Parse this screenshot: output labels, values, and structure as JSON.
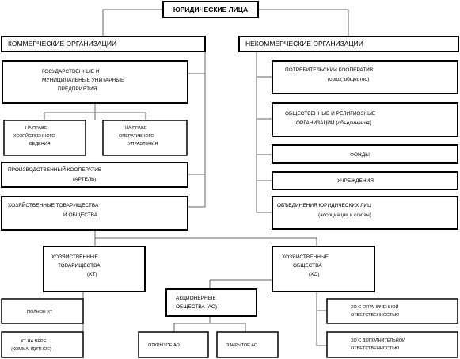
{
  "nodes": {
    "root": {
      "lines": [
        "ЮРИДИЧЕСКИЕ ЛИЦА"
      ]
    },
    "commercial": {
      "lines": [
        "КОММЕРЧЕСКИЕ ОРГАНИЗАЦИИ"
      ]
    },
    "noncommercial": {
      "lines": [
        "НЕКОММЕРЧЕСКИЕ ОРГАНИЗАЦИИ"
      ]
    },
    "unitary": {
      "lines": [
        "ГОСУДАРСТВЕННЫЕ И",
        "МУНИЦИПАЛЬНЫЕ УНИТАРНЫЕ",
        "ПРЕДПРИЯТИЯ"
      ]
    },
    "economic_mgmt": {
      "lines": [
        "НА ПРАВЕ",
        "ХОЗЯЙСТВЕННОГО",
        "ВЕДЕНИЯ"
      ]
    },
    "operative_mgmt": {
      "lines": [
        "НА ПРАВЕ",
        "ОПЕРАТИВНОГО",
        "УПРАВЛЕНИЯ"
      ]
    },
    "production_coop": {
      "lines": [
        "ПРОИЗВОДСТВЕННЫЙ КООПЕРАТИВ",
        "(АРТЕЛЬ)"
      ]
    },
    "partnerships_companies": {
      "lines": [
        "ХОЗЯЙСТВЕННЫЕ ТОВАРИЩЕСТВА",
        "И ОБЩЕСТВА"
      ]
    },
    "consumer_coop": {
      "lines": [
        "ПОТРЕБИТЕЛЬСКИЙ КООПЕРАТИВ",
        "(союз, общество)"
      ]
    },
    "public_religious": {
      "lines": [
        "ОБЩЕСТВЕННЫЕ И РЕЛИГИОЗНЫЕ",
        "ОРГАНИЗАЦИИ (объединения)"
      ]
    },
    "funds": {
      "lines": [
        "ФОНДЫ"
      ]
    },
    "institutions": {
      "lines": [
        "УЧРЕЖДЕНИЯ"
      ]
    },
    "associations": {
      "lines": [
        "ОБЪЕДИНЕНИЯ ЮРИДИЧЕСКИХ ЛИЦ",
        "(ассоциации и союзы)"
      ]
    },
    "partnerships": {
      "lines": [
        "ХОЗЯЙСТВЕННЫЕ",
        "ТОВАРИЩЕСТВА",
        "(ХТ)"
      ]
    },
    "companies": {
      "lines": [
        "ХОЗЯЙСТВЕННЫЕ",
        "ОБЩЕСТВА",
        "(ХО)"
      ]
    },
    "full_partnership": {
      "lines": [
        "ПОЛНОЕ ХТ"
      ]
    },
    "limited_partnership": {
      "lines": [
        "ХТ НА ВЕРЕ",
        "(КОММАНДИТНОЕ)"
      ]
    },
    "joint_stock": {
      "lines": [
        "АКЦИОНЕРНЫЕ",
        "ОБЩЕСТВА (АО)"
      ]
    },
    "open_jsc": {
      "lines": [
        "ОТКРЫТОЕ АО"
      ]
    },
    "closed_jsc": {
      "lines": [
        "ЗАКРЫТОЕ АО"
      ]
    },
    "llc": {
      "lines": [
        "ХО С ОГРАНИЧЕННОЙ",
        "ОТВЕТСТВЕННОСТЬЮ"
      ]
    },
    "alc": {
      "lines": [
        "ХО С ДОПОЛНИТЕЛЬНОЙ",
        "ОТВЕТСТВЕННОСТЬЮ"
      ]
    }
  },
  "edges": [
    [
      "root",
      "commercial"
    ],
    [
      "root",
      "noncommercial"
    ],
    [
      "commercial",
      "unitary"
    ],
    [
      "commercial",
      "production_coop"
    ],
    [
      "commercial",
      "partnerships_companies"
    ],
    [
      "unitary",
      "economic_mgmt"
    ],
    [
      "unitary",
      "operative_mgmt"
    ],
    [
      "noncommercial",
      "consumer_coop"
    ],
    [
      "noncommercial",
      "public_religious"
    ],
    [
      "noncommercial",
      "funds"
    ],
    [
      "noncommercial",
      "institutions"
    ],
    [
      "noncommercial",
      "associations"
    ],
    [
      "partnerships_companies",
      "partnerships"
    ],
    [
      "partnerships_companies",
      "companies"
    ],
    [
      "partnerships",
      "full_partnership"
    ],
    [
      "partnerships",
      "limited_partnership"
    ],
    [
      "companies",
      "joint_stock"
    ],
    [
      "companies",
      "llc"
    ],
    [
      "companies",
      "alc"
    ],
    [
      "joint_stock",
      "open_jsc"
    ],
    [
      "joint_stock",
      "closed_jsc"
    ]
  ]
}
